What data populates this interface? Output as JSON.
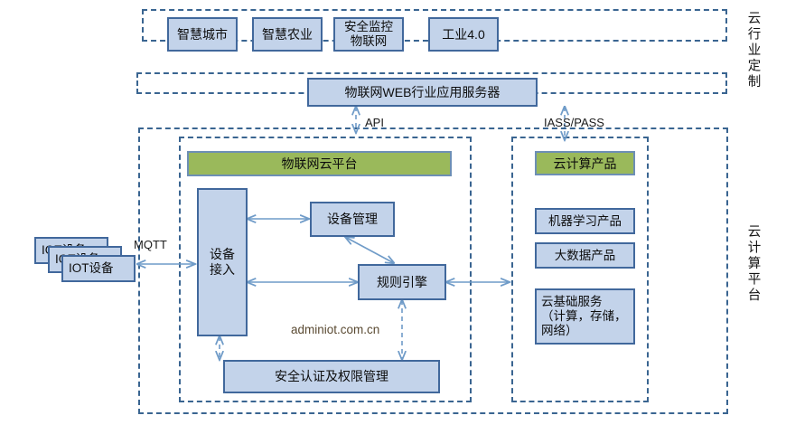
{
  "diagram": {
    "title": "IoT Cloud Platform Architecture",
    "watermark": "adminiot.com.cn"
  },
  "industry_band": {
    "name": "cloud-industry-customization-band",
    "items": [
      {
        "label": "智慧城市"
      },
      {
        "label": "智慧农业"
      },
      {
        "label": "安全监控\n物联网"
      },
      {
        "label": "工业4.0"
      }
    ]
  },
  "web_band": {
    "name": "web-application-server-band",
    "server_label": "物联网WEB行业应用服务器"
  },
  "connector_labels": {
    "api": "API",
    "iass_pass": "IASS/PASS",
    "mqtt": "MQTT"
  },
  "devices": {
    "label": "IOT设备",
    "count": 3
  },
  "iot_platform": {
    "header": "物联网云平台",
    "device_access": "设备\n接入",
    "device_management": "设备管理",
    "rule_engine": "规则引擎",
    "security": "安全认证及权限管理"
  },
  "cloud_products": {
    "header": "云计算产品",
    "items": [
      {
        "label": "机器学习产品"
      },
      {
        "label": "大数据产品"
      },
      {
        "label": "云基础服务\n（计算，存储，\n网络）"
      }
    ]
  },
  "side_labels": {
    "top": "云行业定制",
    "bottom": "云计算平台"
  },
  "colors": {
    "box_fill": "#c3d3ea",
    "box_border": "#41689c",
    "green_fill": "#9ab95b",
    "dashed_border": "#3a6591",
    "connector": "#6f9bc8"
  }
}
